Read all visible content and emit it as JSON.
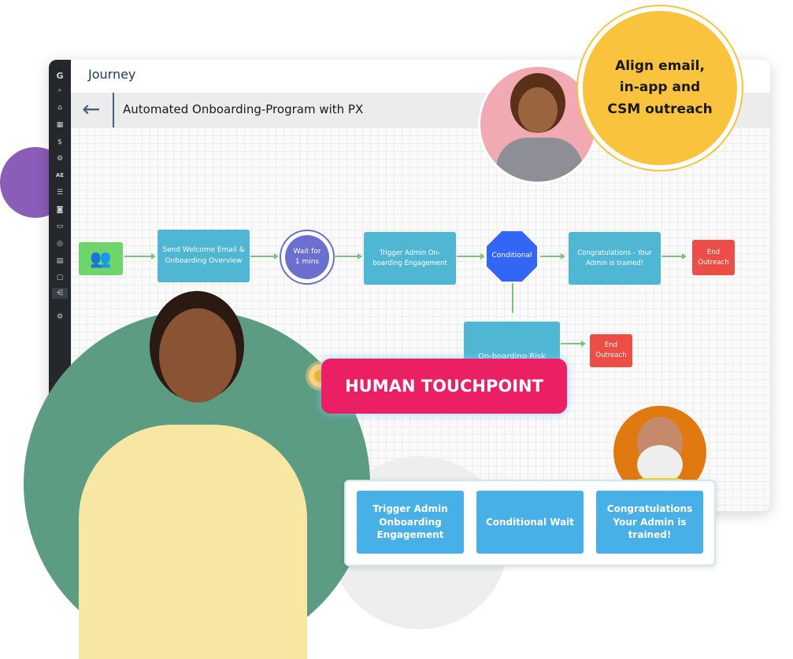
{
  "header": {
    "title": "Journey",
    "page_title": "Automated Onboarding-Program with PX",
    "back_icon": "arrow-left-icon"
  },
  "sidebar": {
    "logo": "G",
    "ae_label": "AE",
    "icons": [
      "search-icon",
      "home-icon",
      "grid-icon",
      "dollar-icon",
      "gear-icon",
      "ae-icon",
      "list-icon",
      "camera-icon",
      "chat-icon",
      "target-icon",
      "report-icon",
      "clipboard-icon",
      "journey-icon",
      "settings-icon"
    ]
  },
  "flow": {
    "start": "users-icon",
    "send_welcome": "Send Welcome Email & Onboarding Overview",
    "wait": "Wait for 1 mins",
    "trigger": "Trigger Admin On-boarding Engagement",
    "conditional": "Conditional",
    "congrats": "Congratulations - Your Admin is trained!",
    "end1": "End Outreach",
    "risk": "On-boarding Risk",
    "end2": "End Outreach"
  },
  "callout": {
    "text": "Align email, in-app and CSM outreach"
  },
  "touchpoint": {
    "label": "HUMAN TOUCHPOINT"
  },
  "panel": {
    "cards": [
      "Trigger Admin Onboarding Engagement",
      "Conditional Wait",
      "Congratulations Your Admin is trained!"
    ]
  },
  "colors": {
    "teal": "#4fb6d3",
    "red": "#ec4d44",
    "conditional": "#3366f5",
    "wait": "#6a6fd0",
    "pink": "#eb1f64",
    "yellow": "#f9c33d",
    "green": "#6fd46a"
  }
}
